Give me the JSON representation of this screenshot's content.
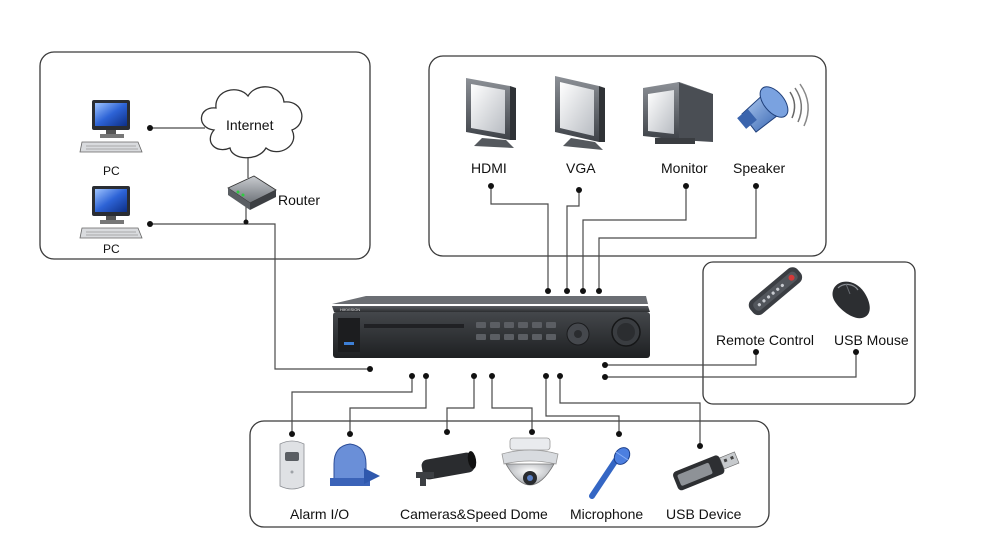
{
  "network_group": {
    "pc_top_label": "PC",
    "pc_bottom_label": "PC",
    "internet_label": "Internet",
    "router_label": "Router"
  },
  "display_group": {
    "hdmi_label": "HDMI",
    "vga_label": "VGA",
    "monitor_label": "Monitor",
    "speaker_label": "Speaker"
  },
  "control_group": {
    "remote_label": "Remote Control",
    "mouse_label": "USB Mouse"
  },
  "peripheral_group": {
    "alarm_label": "Alarm I/O",
    "camera_label": "Cameras&Speed Dome",
    "microphone_label": "Microphone",
    "usb_label": "USB Device"
  },
  "dvr": {
    "brand_text": "HIKVISION"
  },
  "icons": {
    "pc": "desktop-computer-icon",
    "internet": "cloud-icon",
    "router": "router-icon",
    "hdmi": "lcd-monitor-icon",
    "vga": "lcd-monitor-icon",
    "monitor": "crt-monitor-icon",
    "speaker": "loudspeaker-icon",
    "remote": "remote-control-icon",
    "mouse": "mouse-icon",
    "alarm": "pir-sensor-icon",
    "alarm_out": "alarm-bell-icon",
    "camera": "bullet-camera-icon",
    "dome": "speed-dome-icon",
    "microphone": "microphone-icon",
    "usb": "usb-drive-icon"
  },
  "colors": {
    "screen_blue": "#1f4fb3",
    "frame_border": "#444444",
    "wire": "#555555",
    "dvr_body": "#2e3033"
  }
}
